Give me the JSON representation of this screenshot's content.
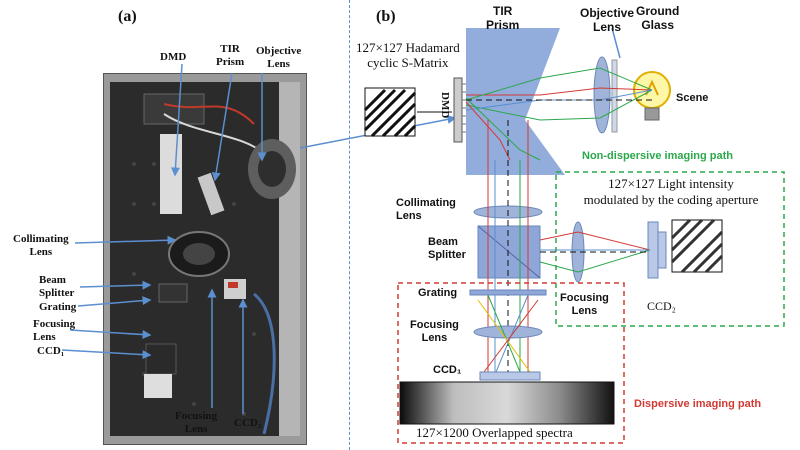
{
  "panels": {
    "a": "(a)",
    "b": "(b)"
  },
  "photo_labels": {
    "dmd": "DMD",
    "tir_prism": [
      "TIR",
      "Prism"
    ],
    "objective_lens": [
      "Objective",
      "Lens"
    ],
    "collimating_lens": [
      "Collimating",
      "Lens"
    ],
    "beam_splitter": [
      "Beam",
      "Splitter"
    ],
    "grating": "Grating",
    "focusing_lens": [
      "Focusing",
      "Lens"
    ],
    "ccd1": "CCD₁",
    "focusing_lens_bottom": [
      "Focusing",
      "Lens"
    ],
    "ccd2": "CCD₂"
  },
  "schematic_labels": {
    "hadamard": [
      "127×127 Hadamard",
      "cyclic S-Matrix"
    ],
    "tir_prism": [
      "TIR",
      "Prism"
    ],
    "objective_lens": [
      "Objective",
      "Lens"
    ],
    "ground_glass": [
      "Ground",
      "Glass"
    ],
    "scene": "Scene",
    "dmd": "DMD",
    "non_dispersive": "Non-dispersive imaging path",
    "light_intensity": [
      "127×127 Light intensity",
      "modulated by the coding aperture"
    ],
    "collimating_lens": [
      "Collimating",
      "Lens"
    ],
    "beam_splitter": [
      "Beam",
      "Splitter"
    ],
    "grating": "Grating",
    "focusing_lens_right": [
      "Focusing",
      "Lens"
    ],
    "ccd2": "CCD₂",
    "focusing_lens_left": [
      "Focusing",
      "Lens"
    ],
    "ccd1": "CCD₁",
    "dispersive": "Dispersive imaging path",
    "spectra": "127×1200 Overlapped spectra"
  },
  "colors": {
    "accent_blue": "#5b8fcf",
    "prism_blue": "#7f9ed6",
    "green_path": "#2aa84a",
    "red_path": "#d23a34"
  }
}
